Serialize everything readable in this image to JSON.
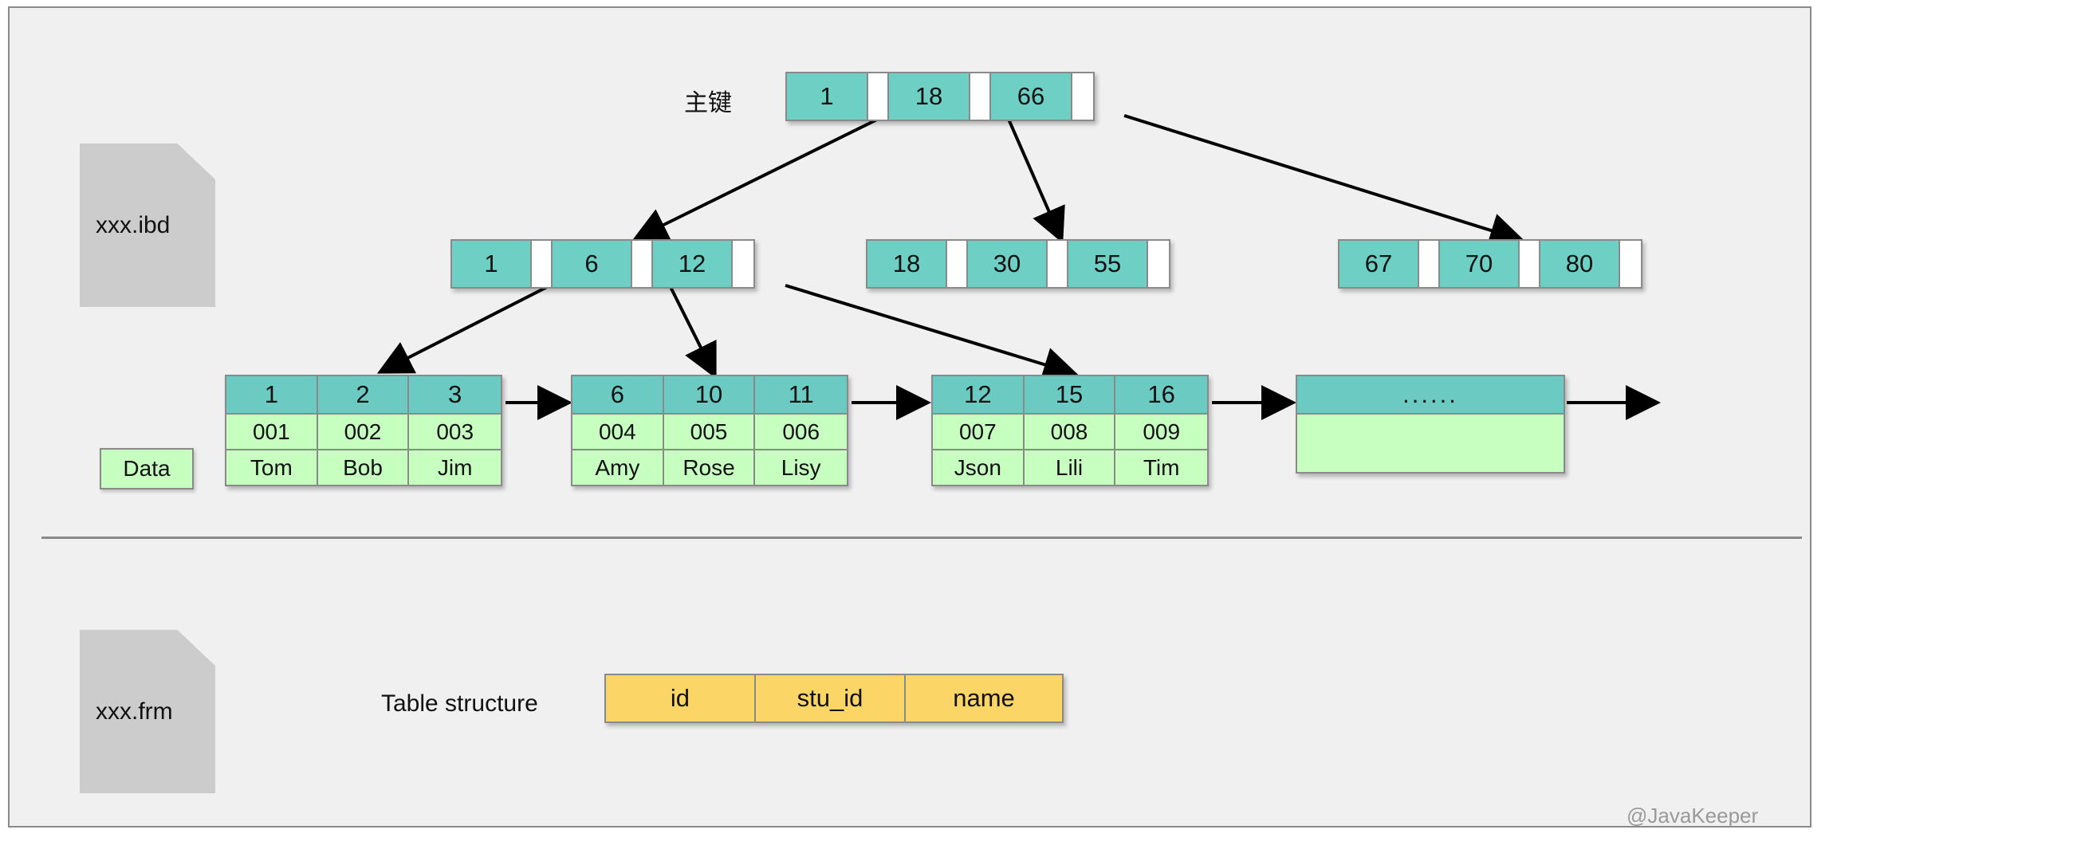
{
  "diagram": {
    "title_hint": "InnoDB B+Tree clustered index over xxx.ibd and table structure in xxx.frm",
    "watermark": "@JavaKeeper"
  },
  "labels": {
    "primary_key": "主键",
    "data_chip": "Data",
    "table_structure": "Table structure",
    "ibd_file": "xxx.ibd",
    "frm_file": "xxx.frm"
  },
  "index": {
    "root": {
      "keys": [
        "1",
        "18",
        "66"
      ]
    },
    "internal": [
      {
        "keys": [
          "1",
          "6",
          "12"
        ]
      },
      {
        "keys": [
          "18",
          "30",
          "55"
        ]
      },
      {
        "keys": [
          "67",
          "70",
          "80"
        ]
      }
    ]
  },
  "leaves": [
    {
      "keys": [
        "1",
        "2",
        "3"
      ],
      "stu_ids": [
        "001",
        "002",
        "003"
      ],
      "names": [
        "Tom",
        "Bob",
        "Jim"
      ]
    },
    {
      "keys": [
        "6",
        "10",
        "11"
      ],
      "stu_ids": [
        "004",
        "005",
        "006"
      ],
      "names": [
        "Amy",
        "Rose",
        "Lisy"
      ]
    },
    {
      "keys": [
        "12",
        "15",
        "16"
      ],
      "stu_ids": [
        "007",
        "008",
        "009"
      ],
      "names": [
        "Json",
        "Lili",
        "Tim"
      ]
    }
  ],
  "leaf_overflow": {
    "ellipsis": "......"
  },
  "table_structure": {
    "columns": [
      "id",
      "stu_id",
      "name"
    ]
  },
  "colors": {
    "canvas_bg": "#f0f0f0",
    "frame_border": "#8a8a8a",
    "index_key": "#6ecfc4",
    "leaf_key": "#6bcac2",
    "leaf_value": "#c6ffc0",
    "table_column": "#fbd566",
    "file_icon": "#cccccc",
    "arrow": "#000000",
    "watermark": "#9a9a9a"
  }
}
